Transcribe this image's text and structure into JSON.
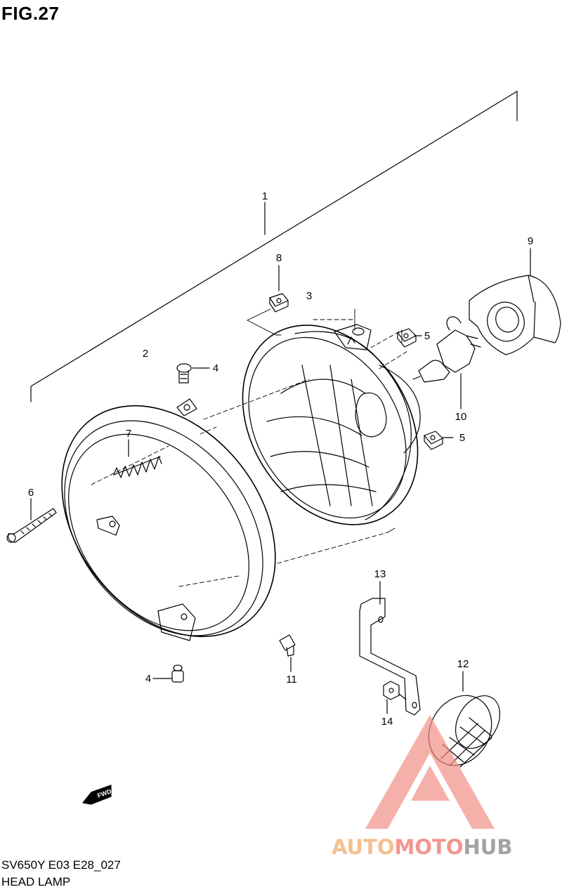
{
  "figure": {
    "title": "FIG.27",
    "model_code": "SV650Y E03 E28_027",
    "caption": "HEAD LAMP"
  },
  "callouts": [
    "1",
    "2",
    "3",
    "4",
    "4",
    "5",
    "5",
    "6",
    "7",
    "8",
    "9",
    "10",
    "11",
    "12",
    "13",
    "14"
  ],
  "watermark": {
    "part1": "AUTO",
    "part2": "MOTO",
    "part3": "HUB",
    "colors": {
      "auto": "#f6b783",
      "moto": "#f28b82",
      "hub": "#9a9a9a",
      "triangle": "#f28b82"
    }
  },
  "fwd_label": "FWD"
}
